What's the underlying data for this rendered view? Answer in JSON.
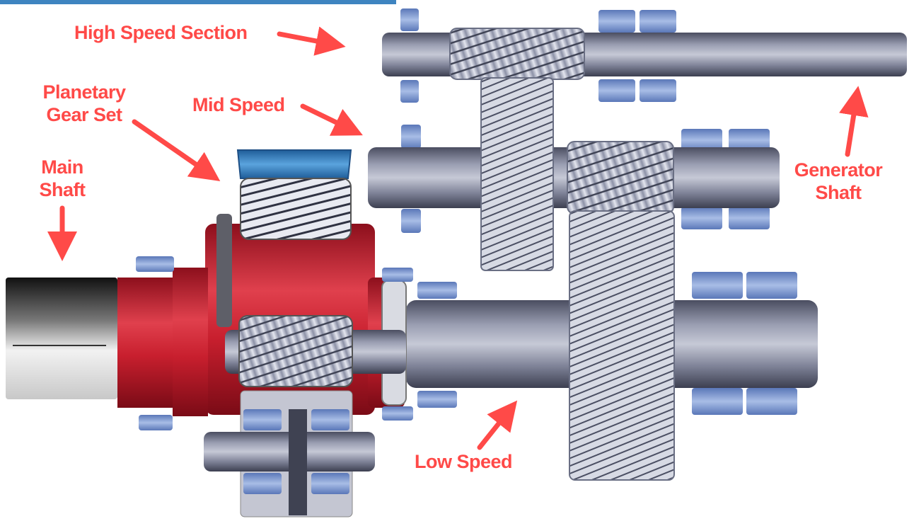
{
  "labels": {
    "high_speed": "High Speed Section",
    "mid_speed": "Mid Speed",
    "planetary": "Planetary\nGear Set",
    "main_shaft": "Main\nShaft",
    "generator_shaft": "Generator\nShaft",
    "low_speed": "Low Speed"
  },
  "colors": {
    "label_red": "#ff4a48",
    "shaft_gray": "#7b7f93",
    "gear_silver": "#c9ccd8",
    "bearing_blue": "#7d97d0",
    "housing_red": "#c81f2e",
    "ring_blue": "#3e86c6",
    "header_blue": "#1c6fb5"
  }
}
